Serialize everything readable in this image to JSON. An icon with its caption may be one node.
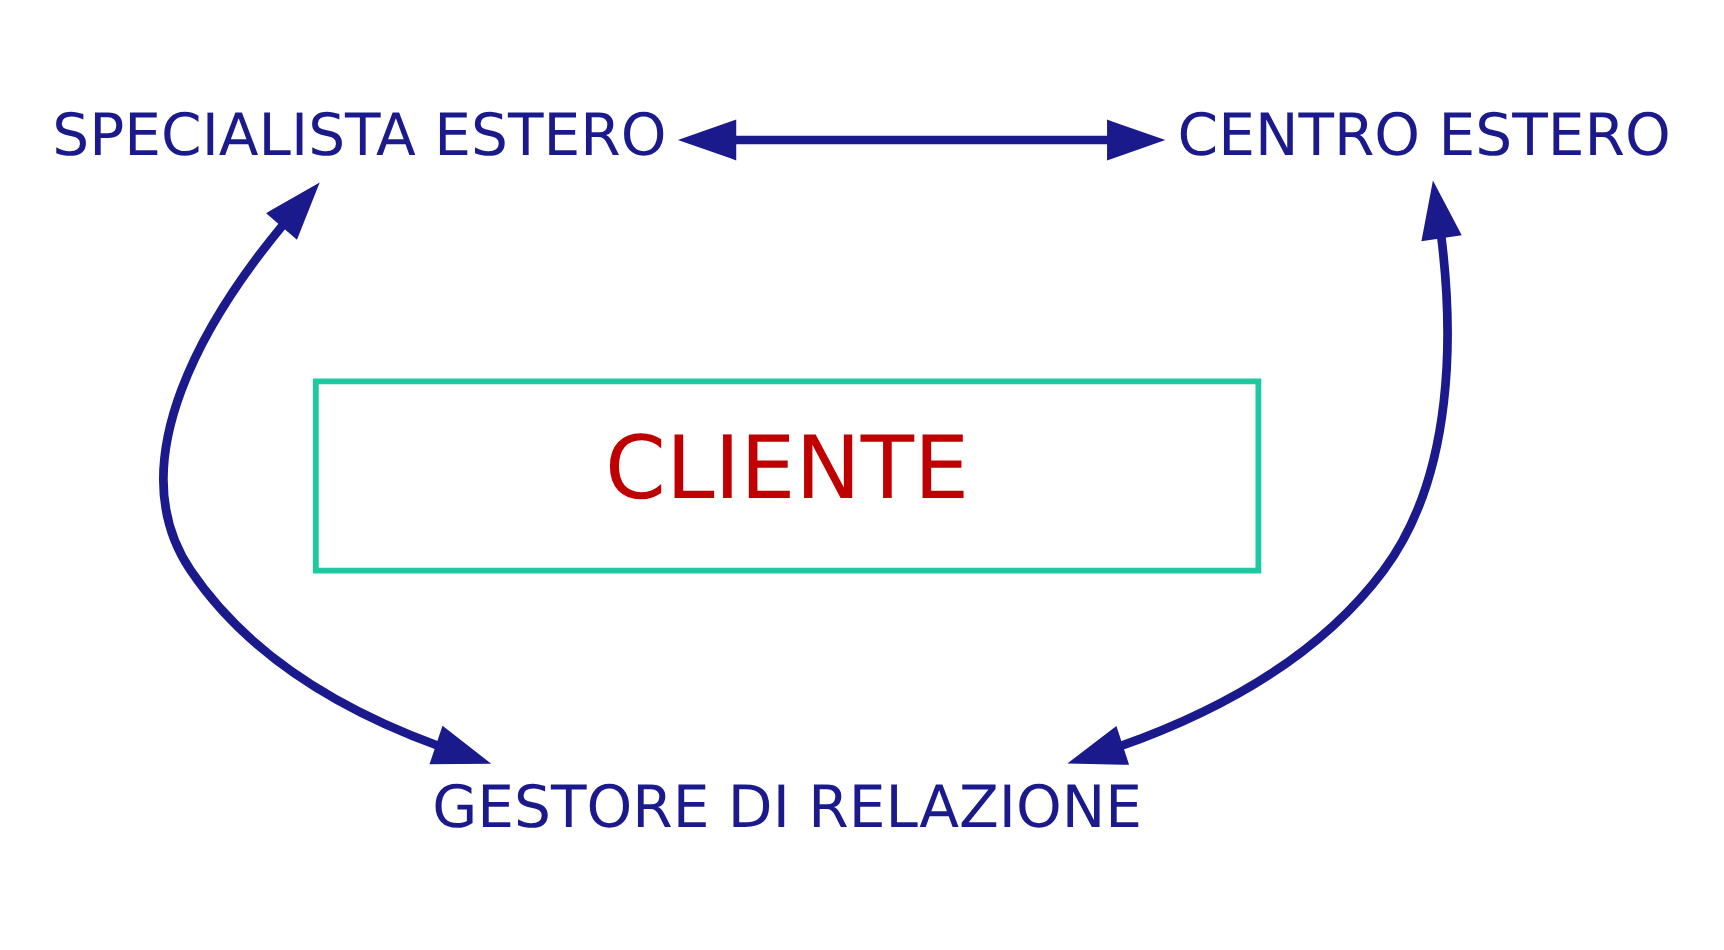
{
  "diagram": {
    "nodes": [
      {
        "text": [
          "SPECIALISTA ESTERO"
        ]
      },
      {
        "text": [
          "CENTRO ESTERO"
        ]
      },
      {
        "text": [
          "CLIENTE"
        ]
      },
      {
        "text": [
          "GESTORE DI RELAZIONE"
        ]
      }
    ],
    "edges": [
      {
        "from": 0,
        "to": 1,
        "arrow": "both"
      },
      {
        "from": 0,
        "to": 3,
        "arrow": "both"
      },
      {
        "from": 1,
        "to": 3,
        "arrow": "both"
      }
    ]
  }
}
